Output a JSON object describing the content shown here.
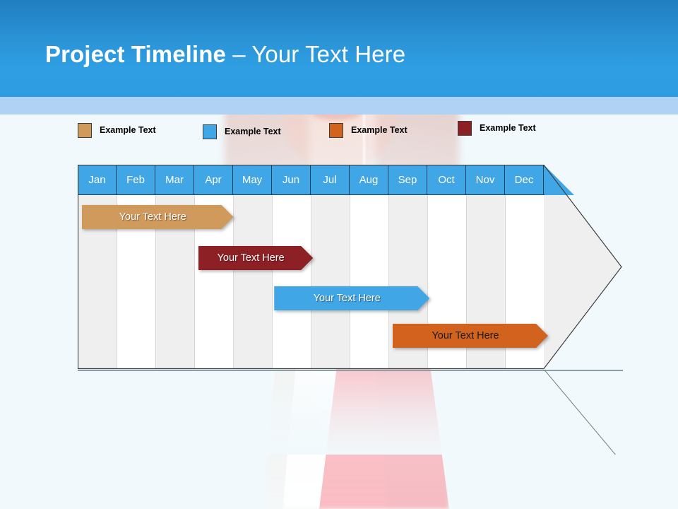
{
  "header": {
    "title_bold": "Project Timeline",
    "title_light": " – Your Text Here",
    "band_color": "#2f9fe3",
    "strip_color": "#afd2f5"
  },
  "legend": {
    "items": [
      {
        "label": "Example Text",
        "color": "#d09a5d",
        "x": 110
      },
      {
        "label": "Example Text",
        "color": "#41a6e6",
        "x": 287
      },
      {
        "label": "Example Text",
        "color": "#d2631f",
        "x": 466
      },
      {
        "label": "Example Text",
        "color": "#8c2025",
        "x": 648
      }
    ]
  },
  "chart_data": {
    "type": "bar",
    "title": "Project Timeline – Your Text Here",
    "xlabel": "",
    "ylabel": "",
    "grid": true,
    "legend_position": "top",
    "categories": [
      "Jan",
      "Feb",
      "Mar",
      "Apr",
      "May",
      "Jun",
      "Jul",
      "Aug",
      "Sep",
      "Oct",
      "Nov",
      "Dec"
    ],
    "series": [
      {
        "name": "Example Text",
        "label": "Your  Text Here",
        "color": "#d09a5d",
        "text_color": "#ffffff",
        "start_month": "Jan",
        "end_month": "Apr",
        "start_index": 0,
        "span": 3.9,
        "row": 0
      },
      {
        "name": "Example Text",
        "label": "Your  Text Here",
        "color": "#8c2025",
        "text_color": "#ffffff",
        "start_month": "Apr",
        "end_month": "Jun",
        "start_index": 3,
        "span": 2.95,
        "row": 1
      },
      {
        "name": "Example Text",
        "label": "Your  Text Here",
        "color": "#41a6e6",
        "text_color": "#ffffff",
        "start_month": "Jun",
        "end_month": "Sep",
        "start_index": 4.95,
        "span": 4.0,
        "row": 2
      },
      {
        "name": "Example Text",
        "label": "Your  Text Here",
        "color": "#d2631f",
        "text_color": "#1a1a1a",
        "start_month": "Sep",
        "end_month": "Dec",
        "start_index": 8.0,
        "span": 4.0,
        "row": 3
      }
    ],
    "column_fill_odd": "#efefef",
    "column_fill_even": "#ffffff",
    "header_fill": "#41a6e6",
    "header_text_color": "#ffffff"
  }
}
